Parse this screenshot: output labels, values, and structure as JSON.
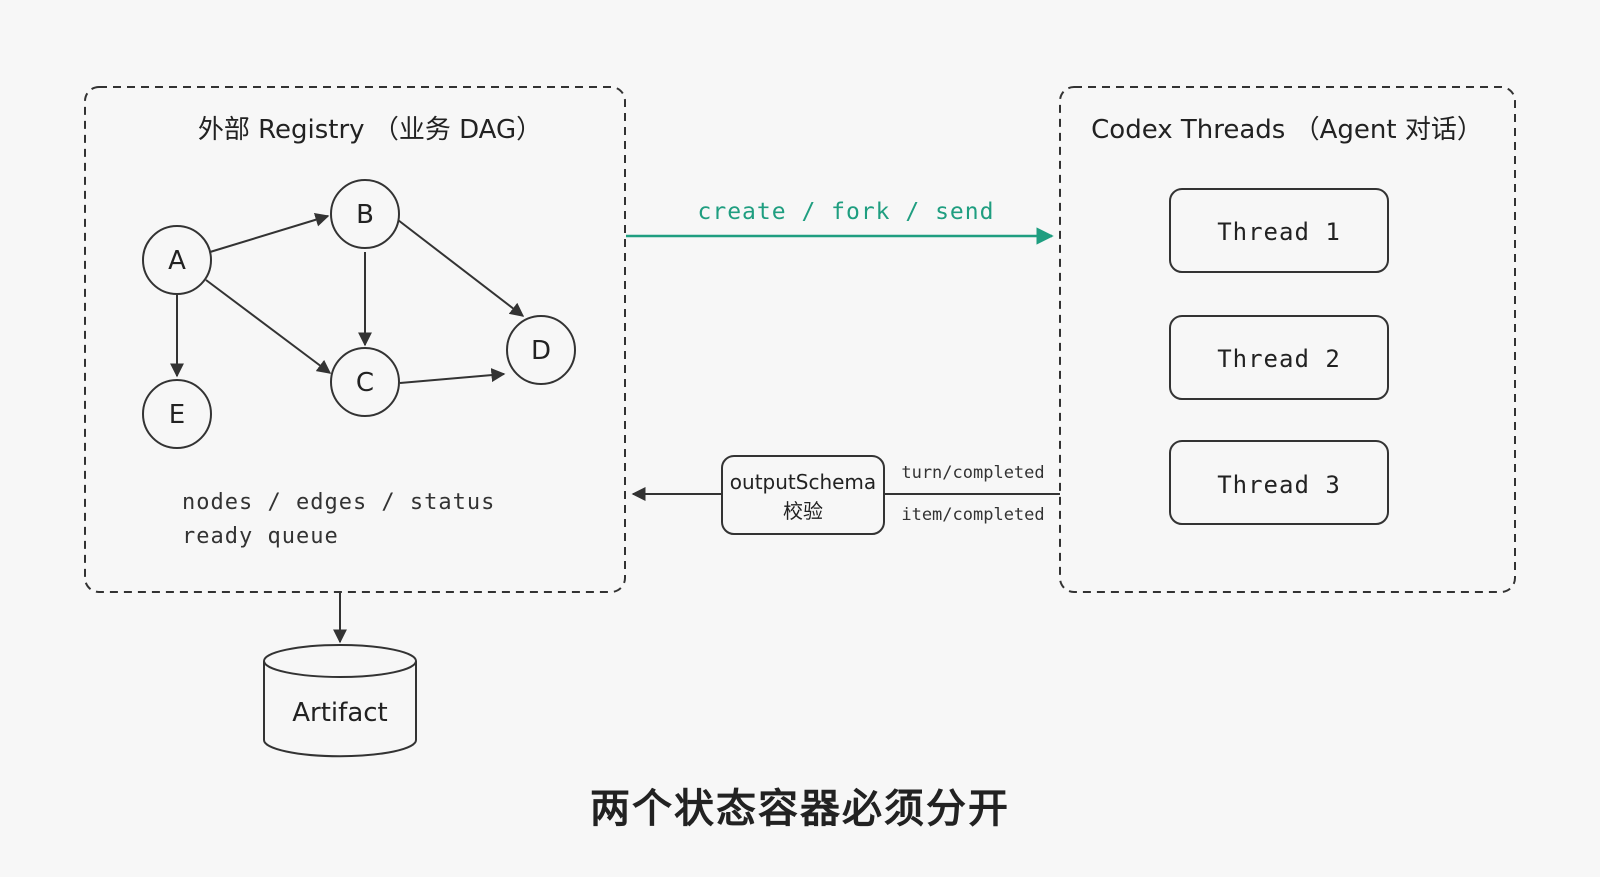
{
  "registry": {
    "title": "外部 Registry （业务 DAG）",
    "nodes": [
      {
        "id": "A",
        "label": "A"
      },
      {
        "id": "B",
        "label": "B"
      },
      {
        "id": "C",
        "label": "C"
      },
      {
        "id": "D",
        "label": "D"
      },
      {
        "id": "E",
        "label": "E"
      }
    ],
    "edges": [
      {
        "from": "A",
        "to": "B"
      },
      {
        "from": "A",
        "to": "C"
      },
      {
        "from": "A",
        "to": "E"
      },
      {
        "from": "B",
        "to": "C"
      },
      {
        "from": "B",
        "to": "D"
      },
      {
        "from": "C",
        "to": "D"
      }
    ],
    "state_line1": "nodes / edges / status",
    "state_line2": "ready queue"
  },
  "threads": {
    "title": "Codex Threads （Agent 对话）",
    "items": [
      "Thread 1",
      "Thread 2",
      "Thread 3"
    ]
  },
  "forward_arrow": {
    "label": "create / fork / send",
    "color": "#1f9e80"
  },
  "return_path": {
    "event_top": "turn/completed",
    "event_bottom": "item/completed",
    "validator_line1": "outputSchema",
    "validator_line2": "校验"
  },
  "artifact": {
    "label": "Artifact"
  },
  "caption": "两个状态容器必须分开"
}
